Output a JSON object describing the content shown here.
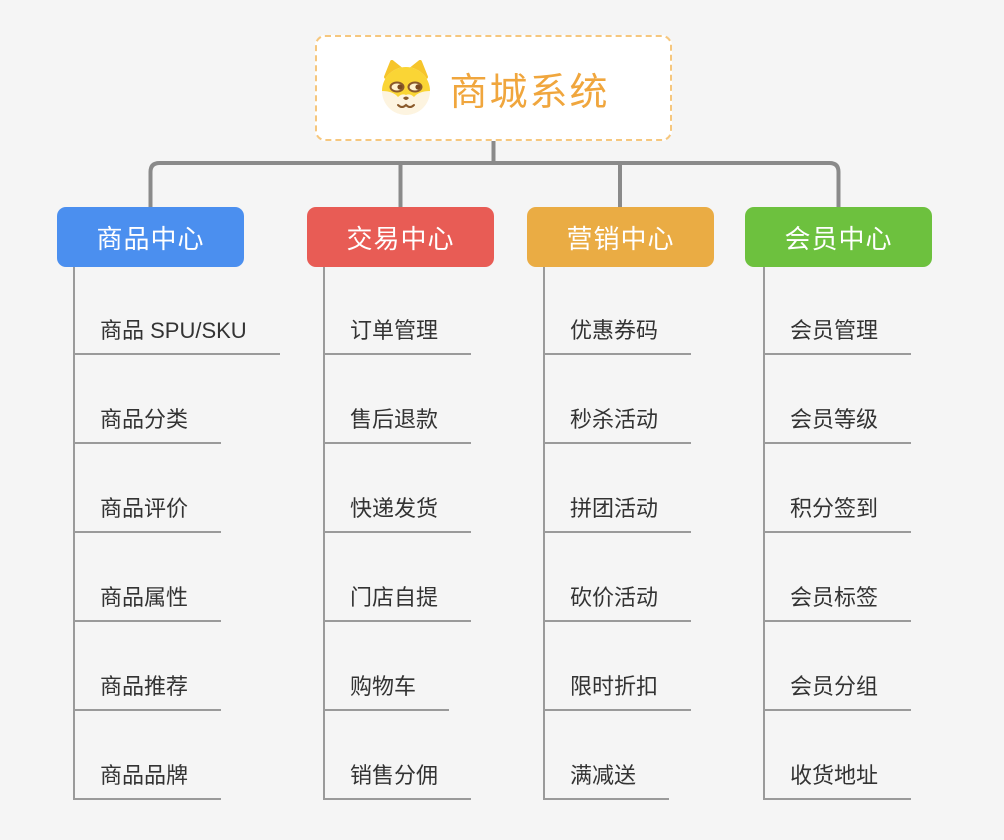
{
  "root": {
    "label": "商城系统",
    "icon": "dog-face-icon",
    "text_color": "#f0a63d",
    "border_color": "#f6c77e",
    "background": "#ffffff"
  },
  "branches": [
    {
      "label": "商品中心",
      "color": "#4b8fef",
      "children": [
        "商品 SPU/SKU",
        "商品分类",
        "商品评价",
        "商品属性",
        "商品推荐",
        "商品品牌"
      ]
    },
    {
      "label": "交易中心",
      "color": "#e85c55",
      "children": [
        "订单管理",
        "售后退款",
        "快递发货",
        "门店自提",
        "购物车",
        "销售分佣"
      ]
    },
    {
      "label": "营销中心",
      "color": "#eaac44",
      "children": [
        "优惠券码",
        "秒杀活动",
        "拼团活动",
        "砍价活动",
        "限时折扣",
        "满减送"
      ]
    },
    {
      "label": "会员中心",
      "color": "#6dc13e",
      "children": [
        "会员管理",
        "会员等级",
        "积分签到",
        "会员标签",
        "会员分组",
        "收货地址"
      ]
    }
  ],
  "colors": {
    "connector_line": "#8a8a8a",
    "leaf_line": "#9a9a9a",
    "leaf_text": "#333333",
    "background": "#f5f5f5"
  }
}
